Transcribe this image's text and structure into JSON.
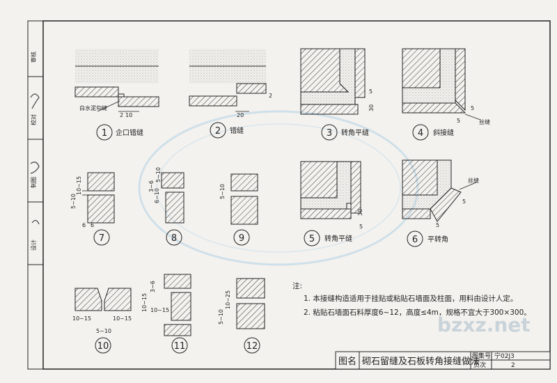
{
  "details": [
    {
      "num": "1",
      "caption": "企口错缝",
      "note": "白水泥勾缝",
      "dims": [
        "2",
        "10"
      ]
    },
    {
      "num": "2",
      "caption": "错缝",
      "dims": [
        "20",
        "2"
      ]
    },
    {
      "num": "3",
      "caption": "转角平缝",
      "dims": [
        "5",
        "30"
      ]
    },
    {
      "num": "4",
      "caption": "斜接缝",
      "dims": [
        "5",
        "5"
      ],
      "tag": "丝缝"
    },
    {
      "num": "5",
      "caption": "转角平缝",
      "dims": [
        "30",
        "5"
      ]
    },
    {
      "num": "6",
      "caption": "平转角",
      "dims": [
        "5",
        "5"
      ],
      "tag": "丝缝"
    },
    {
      "num": "7",
      "dims": [
        "5~10",
        "10~15",
        "6",
        "6"
      ]
    },
    {
      "num": "8",
      "dims": [
        "3~6",
        "5~10",
        "6~10"
      ]
    },
    {
      "num": "9",
      "dims": [
        "5~10"
      ]
    },
    {
      "num": "10",
      "dims": [
        "10~15",
        "10~15",
        "5~10"
      ]
    },
    {
      "num": "11",
      "dims": [
        "3~6",
        "10~15",
        "10~15"
      ]
    },
    {
      "num": "12",
      "dims": [
        "5~10",
        "10~25"
      ]
    }
  ],
  "notes": {
    "heading": "注:",
    "items": [
      "1. 本接缝构造适用于挂贴或粘贴石墙面及柱面，用料由设计人定。",
      "2. 粘贴石墙面石料厚度6~12，高度≤4m，规格不宜大于300×300。"
    ]
  },
  "title_block": {
    "label": "图名",
    "title": "砌石留缝及石板转角接缝做法",
    "set_label": "图集号",
    "set_value": "宁02J3",
    "page_label": "页次",
    "page_value": "2"
  },
  "side_strip": [
    "审核",
    "校对",
    "制图",
    "设计"
  ],
  "watermark": "bzxz.net"
}
